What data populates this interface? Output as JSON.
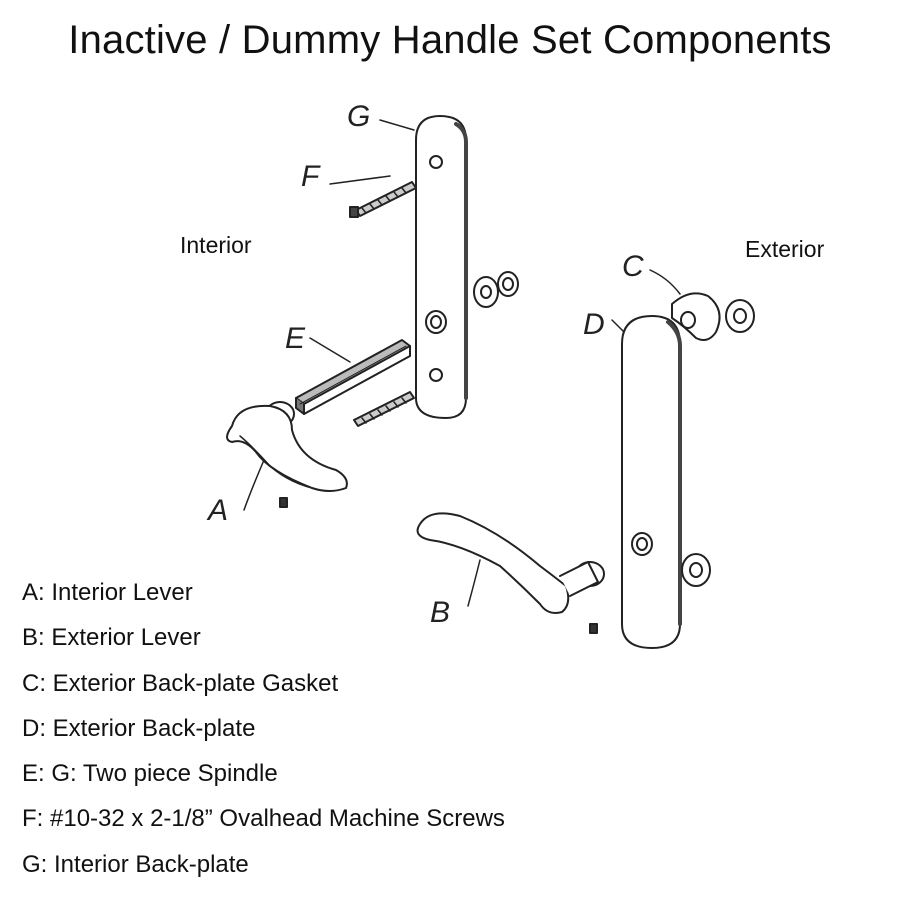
{
  "title": "Inactive / Dummy Handle Set Components",
  "sides": {
    "interior": "Interior",
    "exterior": "Exterior"
  },
  "parts": {
    "a": "A",
    "b": "B",
    "c": "C",
    "d": "D",
    "e": "E",
    "f": "F",
    "g": "G"
  },
  "legend": [
    "A:  Interior Lever",
    "B:  Exterior Lever",
    "C:  Exterior Back-plate Gasket",
    "D:  Exterior Back-plate",
    "E:  G:  Two piece Spindle",
    "F:  #10-32 x 2-1/8” Ovalhead Machine Screws",
    "G:  Interior Back-plate"
  ]
}
